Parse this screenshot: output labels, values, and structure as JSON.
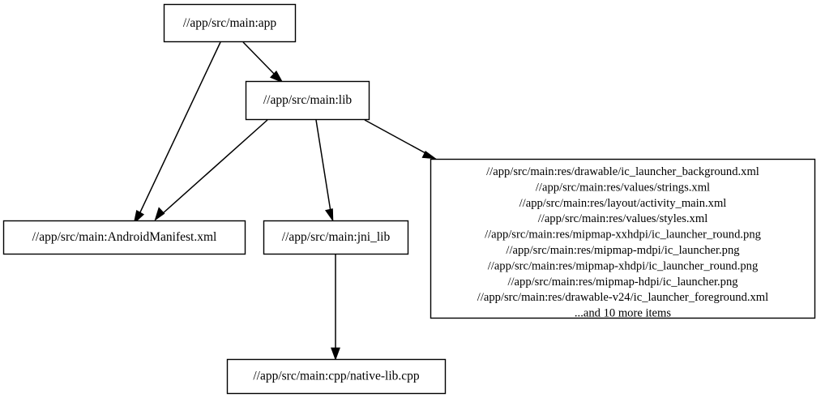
{
  "diagram": {
    "type": "dependency-graph",
    "title": "",
    "background_color": "#ffffff",
    "node_fill": "#ffffff",
    "node_stroke": "#000000",
    "edge_color": "#000000",
    "nodes": [
      {
        "id": "app",
        "label": "//app/src/main:app"
      },
      {
        "id": "lib",
        "label": "//app/src/main:lib"
      },
      {
        "id": "manifest",
        "label": "//app/src/main:AndroidManifest.xml"
      },
      {
        "id": "jni_lib",
        "label": "//app/src/main:jni_lib"
      },
      {
        "id": "nativelib",
        "label": "//app/src/main:cpp/native-lib.cpp"
      }
    ],
    "resources_node": {
      "id": "resources",
      "lines": [
        "//app/src/main:res/drawable/ic_launcher_background.xml",
        "//app/src/main:res/values/strings.xml",
        "//app/src/main:res/layout/activity_main.xml",
        "//app/src/main:res/values/styles.xml",
        "//app/src/main:res/mipmap-xxhdpi/ic_launcher_round.png",
        "//app/src/main:res/mipmap-mdpi/ic_launcher.png",
        "//app/src/main:res/mipmap-xhdpi/ic_launcher_round.png",
        "//app/src/main:res/mipmap-hdpi/ic_launcher.png",
        "//app/src/main:res/drawable-v24/ic_launcher_foreground.xml",
        "...and 10 more items"
      ]
    },
    "edges": [
      {
        "from": "app",
        "to": "manifest"
      },
      {
        "from": "app",
        "to": "lib"
      },
      {
        "from": "lib",
        "to": "manifest"
      },
      {
        "from": "lib",
        "to": "jni_lib"
      },
      {
        "from": "lib",
        "to": "resources"
      },
      {
        "from": "jni_lib",
        "to": "nativelib"
      }
    ]
  }
}
